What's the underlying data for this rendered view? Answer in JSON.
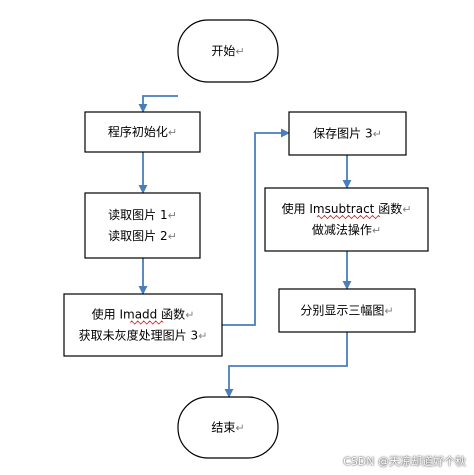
{
  "diagram": {
    "type": "flowchart",
    "return_mark": "↵",
    "nodes": {
      "start": {
        "shape": "rounded",
        "lines": [
          "开始"
        ]
      },
      "init": {
        "shape": "rect",
        "lines": [
          "程序初始化"
        ]
      },
      "read": {
        "shape": "rect",
        "lines": [
          "读取图片 1",
          "读取图片 2"
        ]
      },
      "imadd": {
        "shape": "rect",
        "lines": [
          "使用 Imadd 函数",
          "获取未灰度处理图片 3"
        ]
      },
      "save": {
        "shape": "rect",
        "lines": [
          "保存图片 3"
        ]
      },
      "imsub": {
        "shape": "rect",
        "lines": [
          "使用 Imsubtract 函数",
          "做减法操作"
        ]
      },
      "show": {
        "shape": "rect",
        "lines": [
          "分别显示三幅图"
        ]
      },
      "end": {
        "shape": "rounded",
        "lines": [
          "结束"
        ]
      }
    },
    "edges": [
      {
        "from": "start",
        "to": "init"
      },
      {
        "from": "init",
        "to": "read"
      },
      {
        "from": "read",
        "to": "imadd"
      },
      {
        "from": "imadd",
        "to": "save"
      },
      {
        "from": "save",
        "to": "imsub"
      },
      {
        "from": "imsub",
        "to": "show"
      },
      {
        "from": "show",
        "to": "end"
      }
    ]
  },
  "watermark": "CSDN @天凉却道好个秋"
}
